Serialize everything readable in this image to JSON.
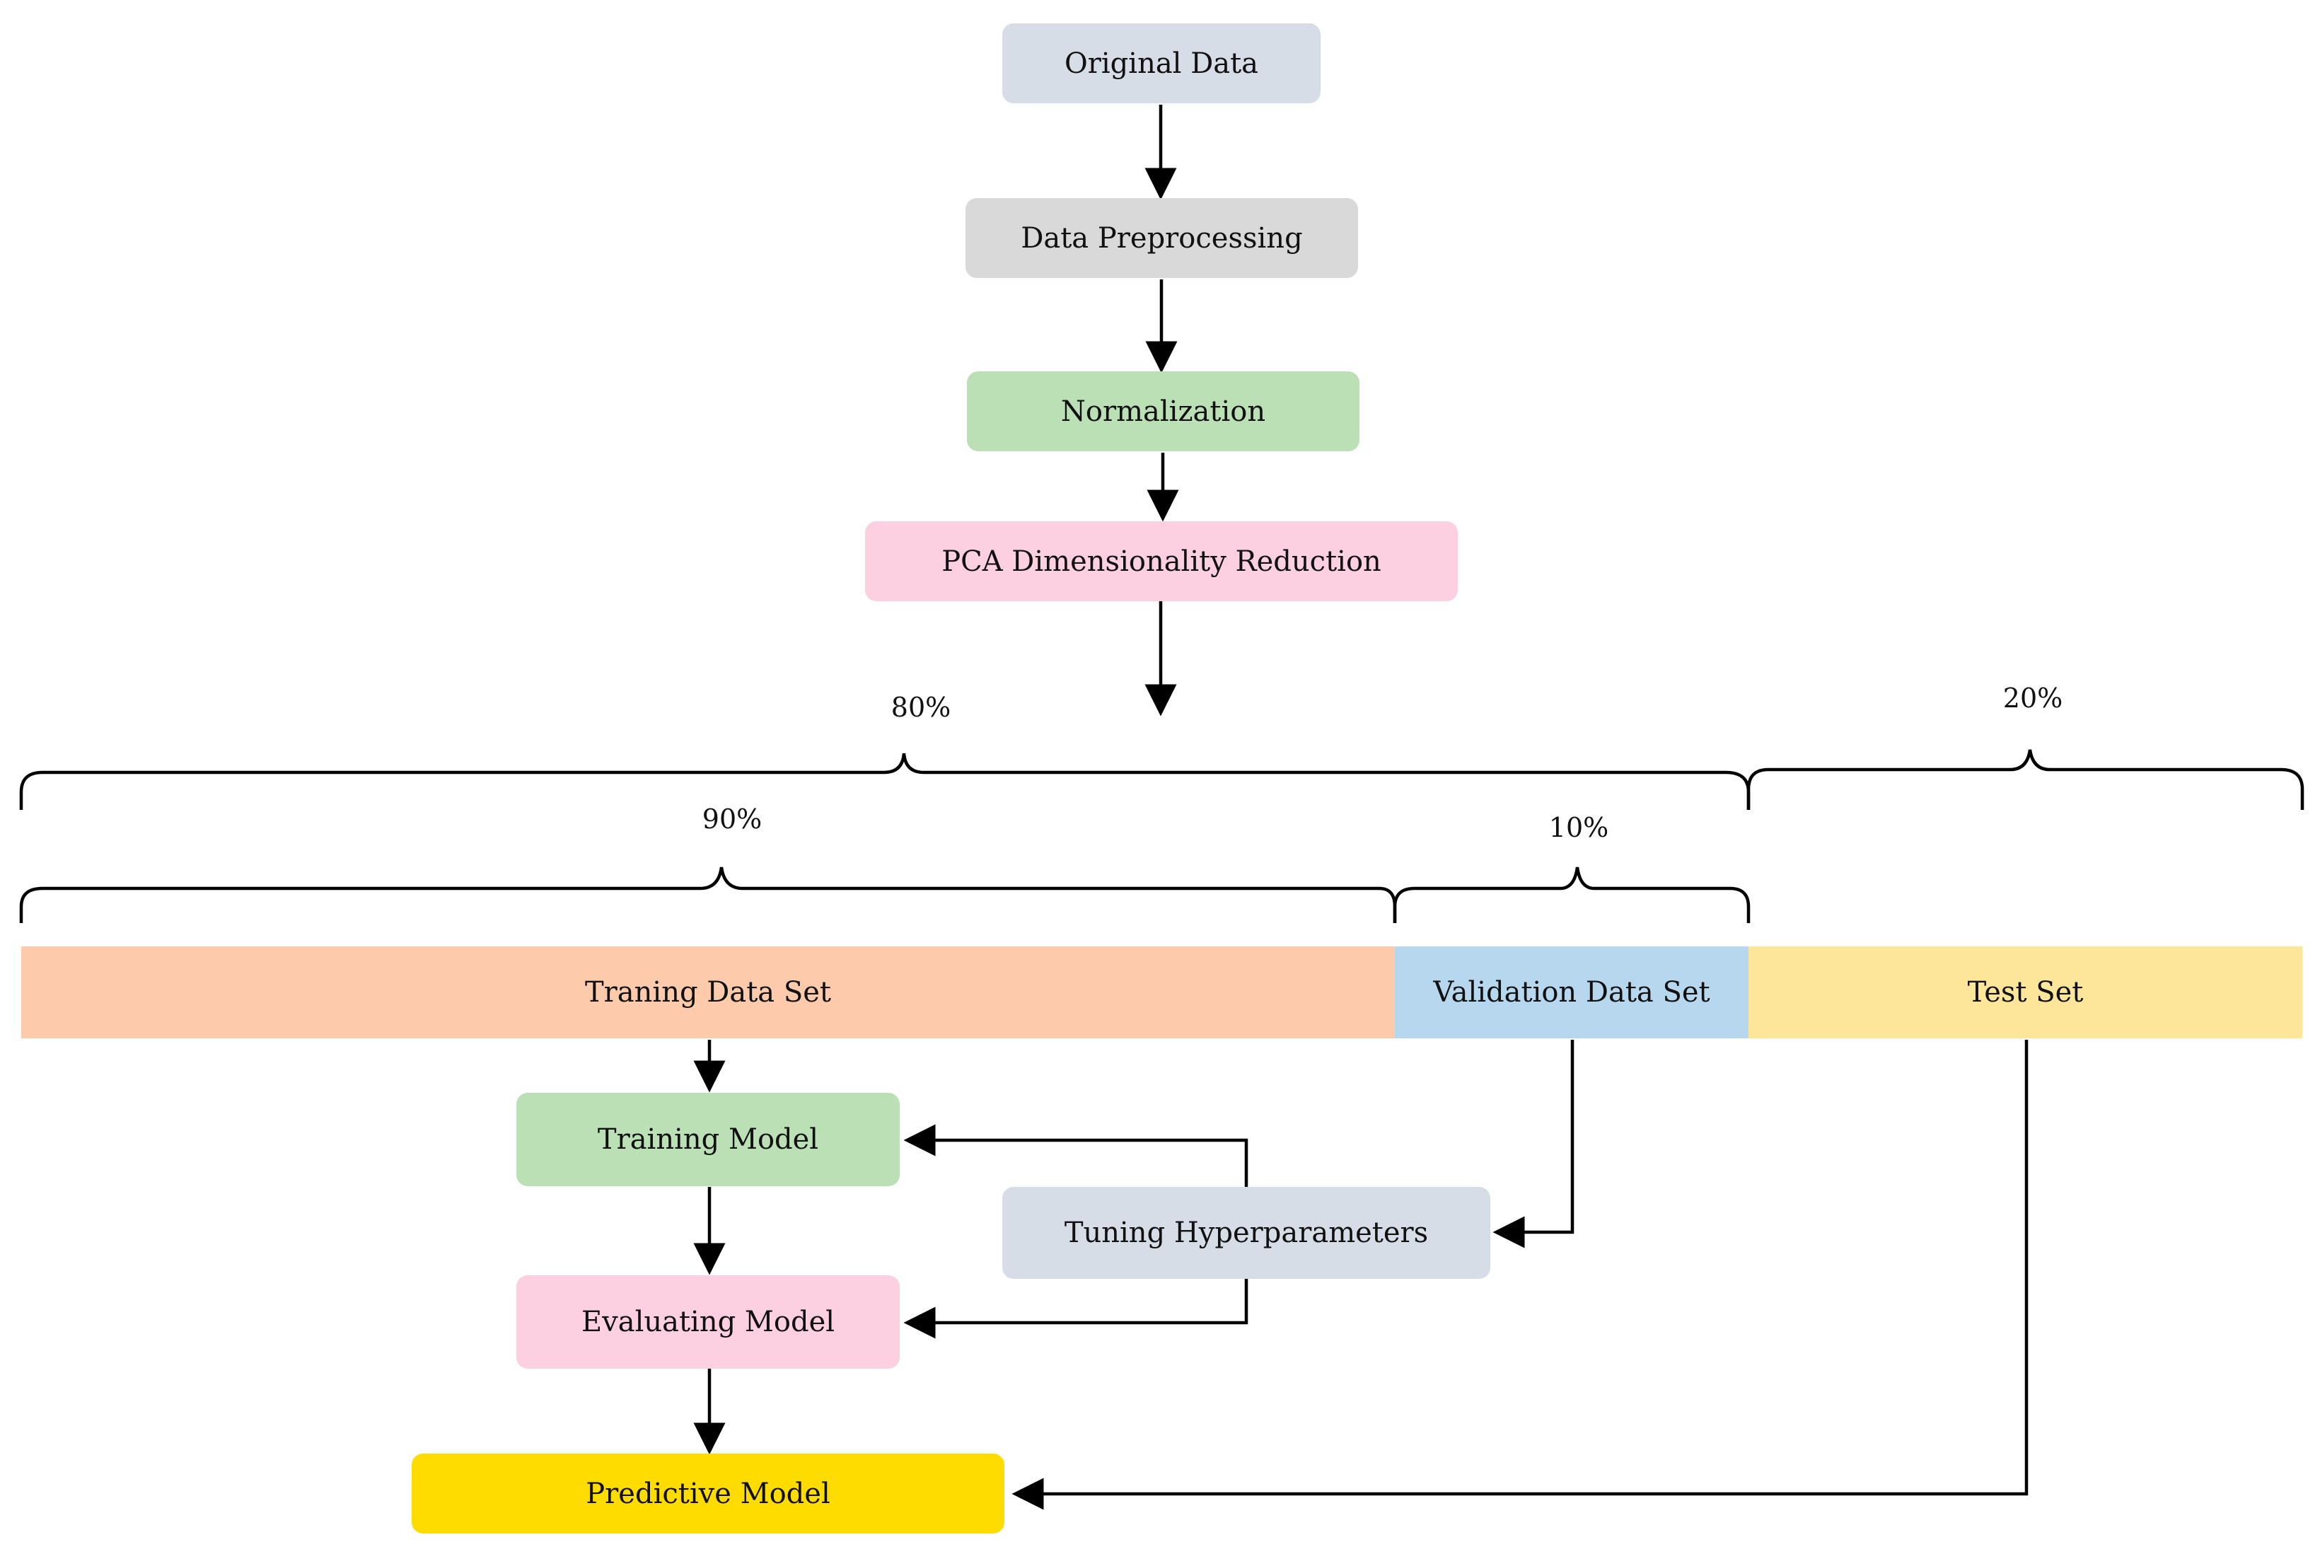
{
  "nodes": {
    "original_data": "Original Data",
    "data_preprocessing": "Data Preprocessing",
    "normalization": "Normalization",
    "pca": "PCA Dimensionality Reduction",
    "training_set": "Traning Data Set",
    "validation_set": "Validation Data Set",
    "test_set": "Test Set",
    "training_model": "Training Model",
    "tuning": "Tuning Hyperparameters",
    "evaluating_model": "Evaluating Model",
    "predictive_model": "Predictive Model"
  },
  "splits": {
    "train_val": "80%",
    "test": "20%",
    "train": "90%",
    "val": "10%"
  },
  "colors": {
    "original_data": "#d6dde6",
    "data_preprocessing": "#d9d9d9",
    "normalization": "#bce0b5",
    "pca": "#fcd0e0",
    "training_set": "#fdcaab",
    "validation_set": "#b7d7ee",
    "test_set": "#fde59a",
    "training_model": "#bce0b5",
    "tuning": "#d6dde6",
    "evaluating_model": "#fcd0e0",
    "predictive_model": "#ffdc00"
  }
}
